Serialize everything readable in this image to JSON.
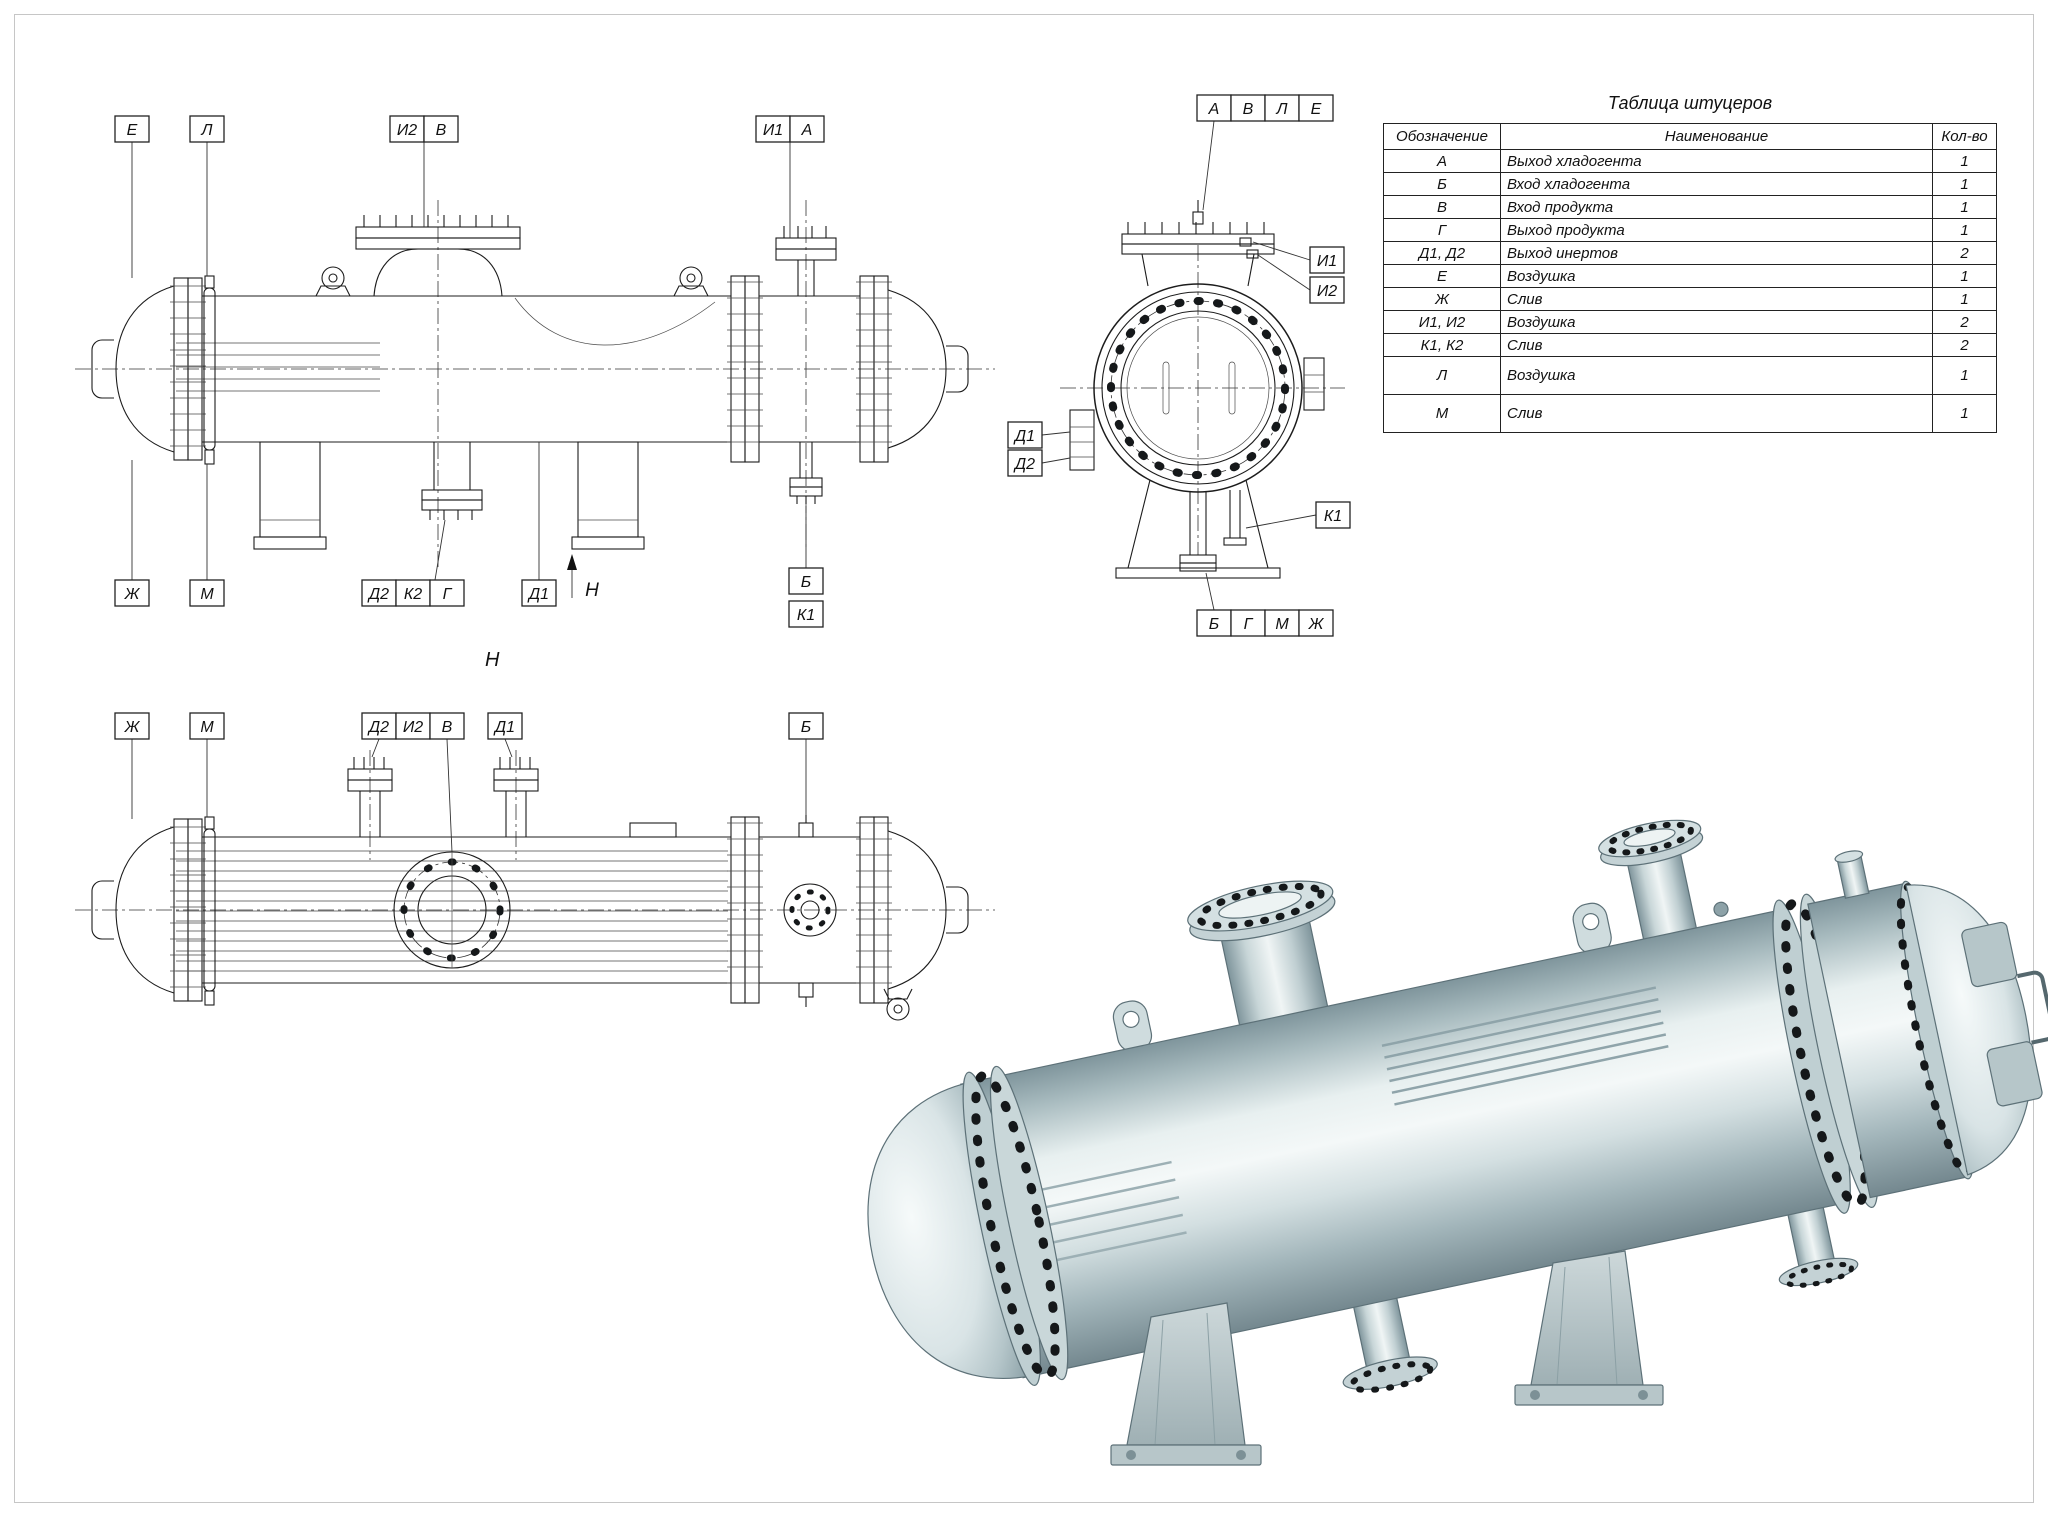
{
  "table": {
    "title": "Таблица штуцеров",
    "headers": [
      "Обозначение",
      "Наименование",
      "Кол-во"
    ],
    "rows": [
      [
        "А",
        "Выход хладогента",
        "1"
      ],
      [
        "Б",
        "Вход хладогента",
        "1"
      ],
      [
        "В",
        "Вход продукта",
        "1"
      ],
      [
        "Г",
        "Выход продукта",
        "1"
      ],
      [
        "Д1, Д2",
        "Выход инертов",
        "2"
      ],
      [
        "Е",
        "Воздушка",
        "1"
      ],
      [
        "Ж",
        "Слив",
        "1"
      ],
      [
        "И1, И2",
        "Воздушка",
        "2"
      ],
      [
        "К1, К2",
        "Слив",
        "2"
      ],
      [
        "Л",
        "Воздушка",
        "1"
      ],
      [
        "М",
        "Слив",
        "1"
      ]
    ]
  },
  "v1": {
    "top": [
      "Е",
      "Л",
      "И2",
      "В",
      "И1",
      "А"
    ],
    "bottom": [
      "Ж",
      "М",
      "Д2",
      "К2",
      "Г",
      "Д1",
      "Б",
      "К1"
    ],
    "section": "Н"
  },
  "v2": {
    "top": [
      "А",
      "В",
      "Л",
      "Е"
    ],
    "right": [
      "И1",
      "И2"
    ],
    "left": [
      "Д1",
      "Д2"
    ],
    "k1": "К1",
    "bottom": [
      "Б",
      "Г",
      "М",
      "Ж"
    ]
  },
  "v3": {
    "title": "Н",
    "top": [
      "Ж",
      "М",
      "Д2",
      "И2",
      "В",
      "Д1",
      "Б"
    ]
  }
}
